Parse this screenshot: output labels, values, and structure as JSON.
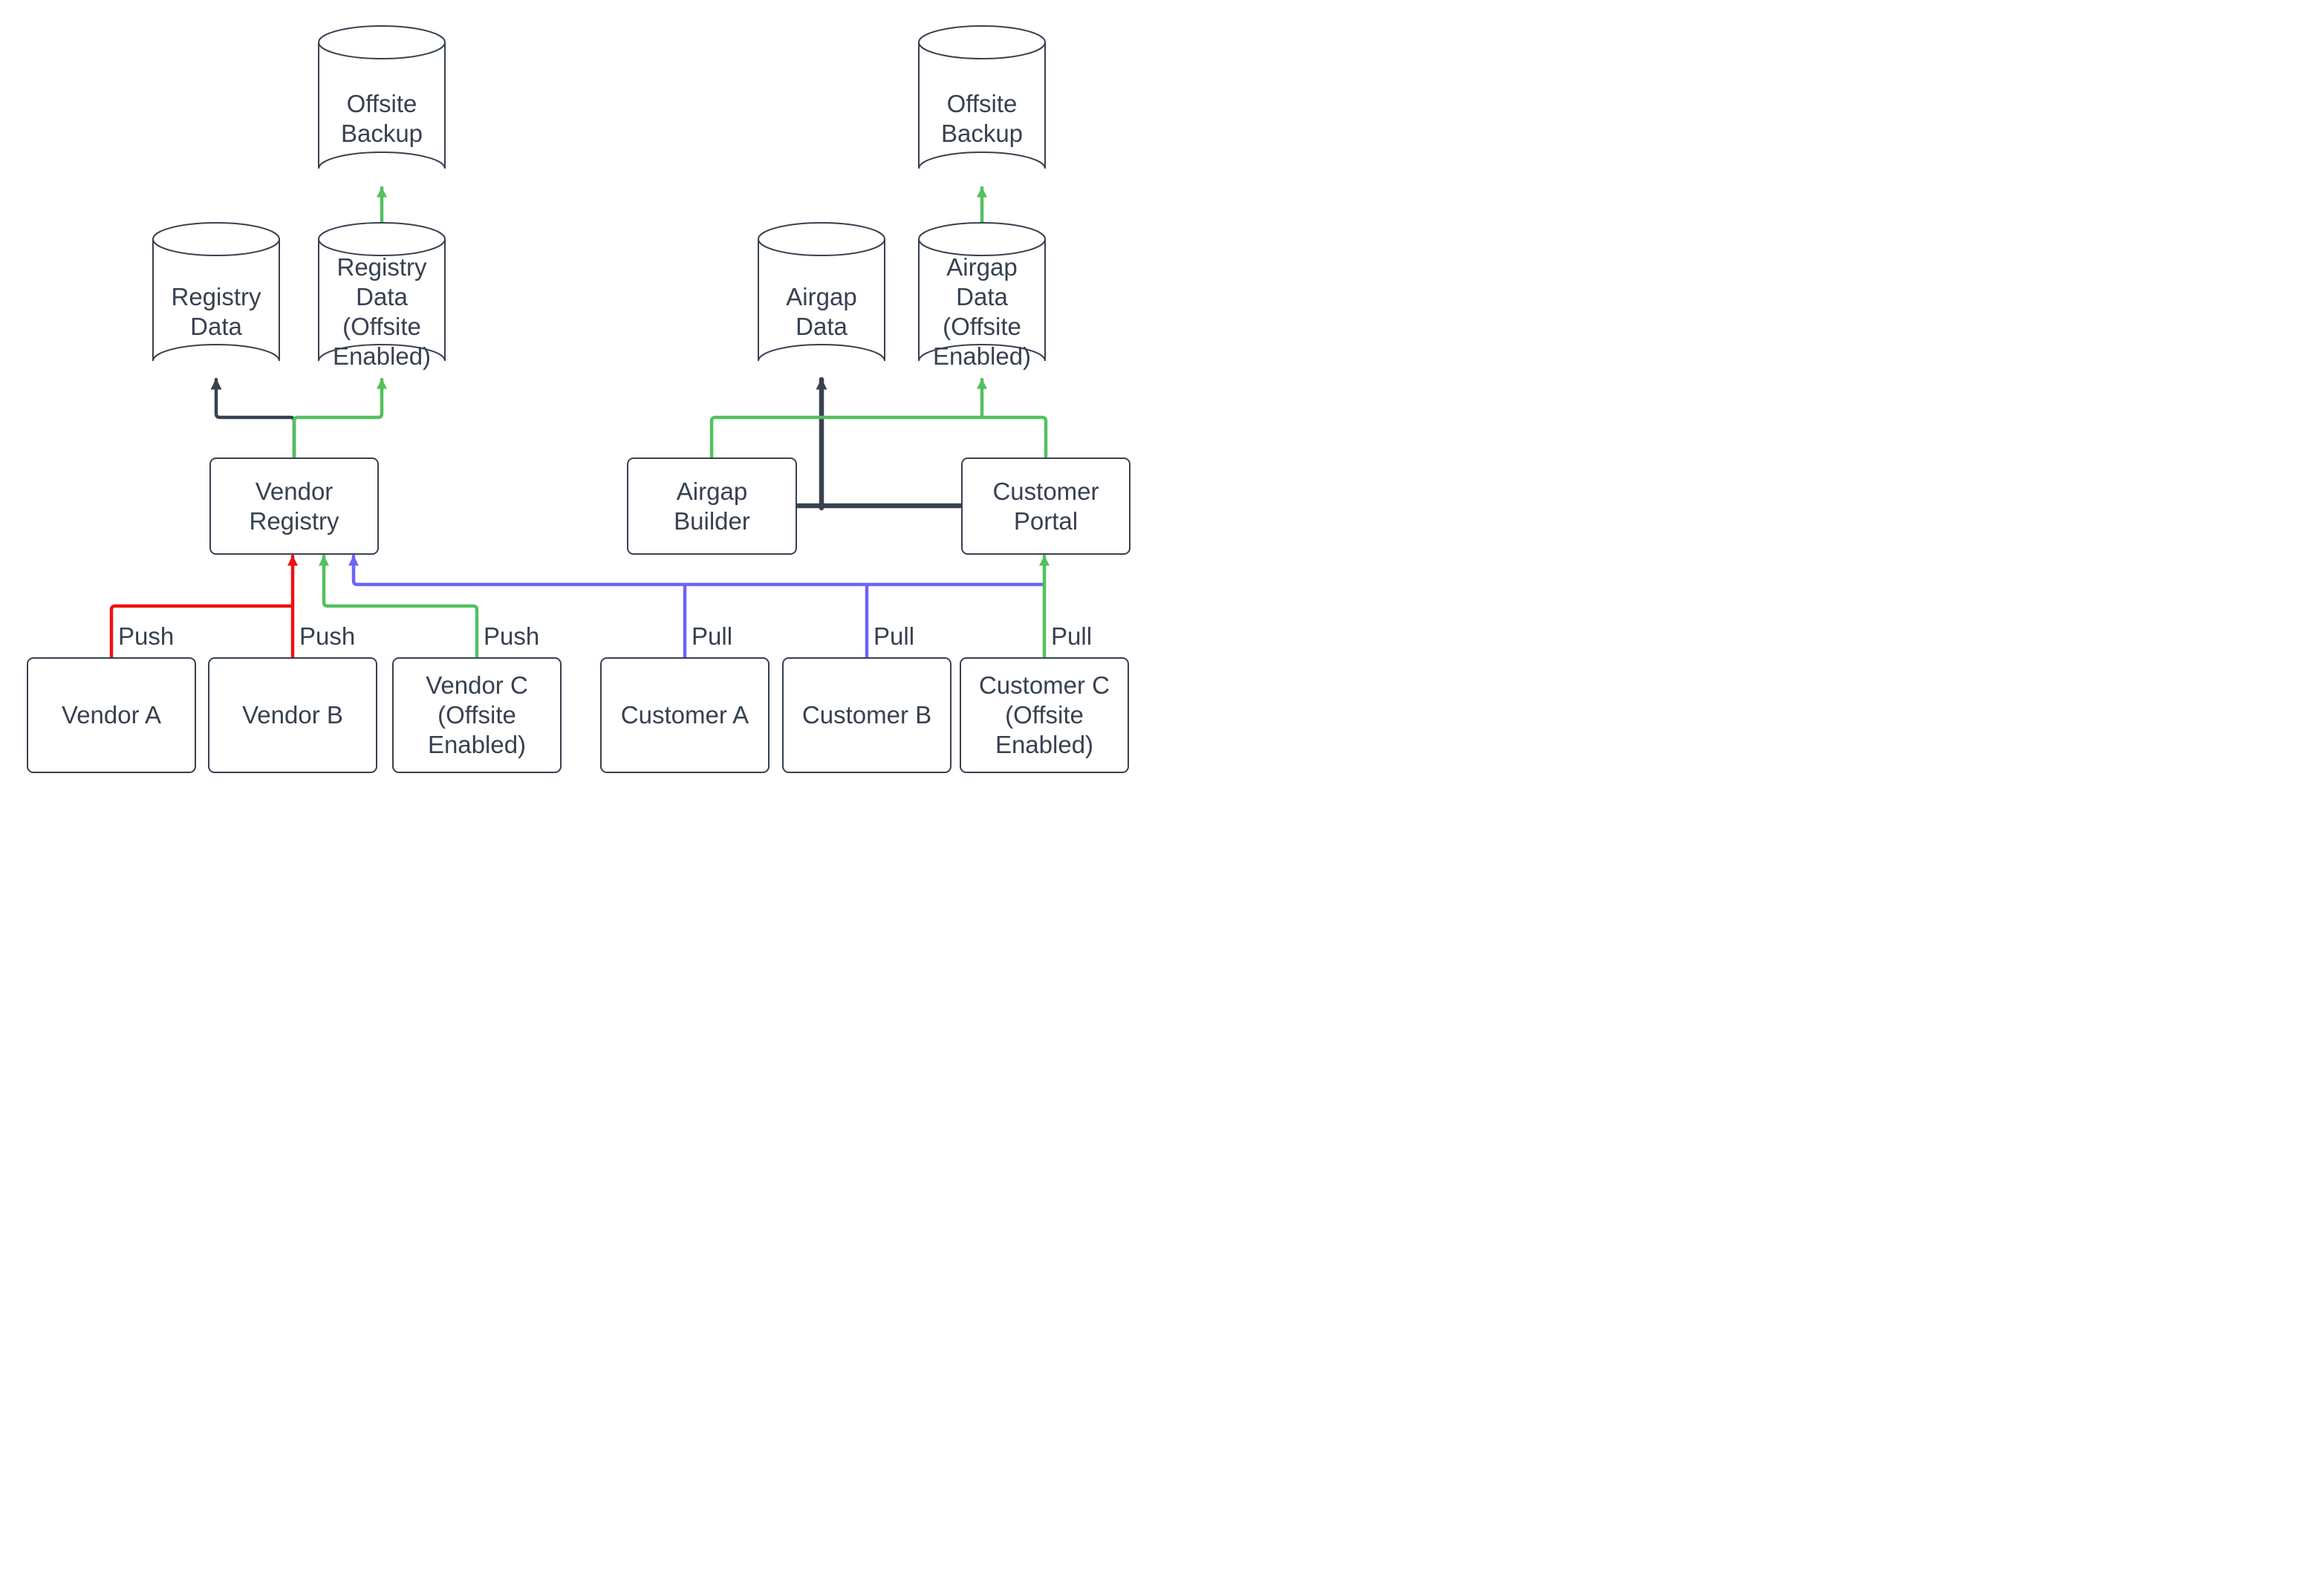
{
  "diagram": {
    "background": "#ffffff"
  },
  "colors": {
    "dark": "#374150",
    "red": "#EE1111",
    "green": "#52C15E",
    "blue": "#6A64F8",
    "shape_fill": "#ffffff"
  },
  "nodes": {
    "offsite_backup_left": {
      "label": "Offsite Backup",
      "shape": "cylinder"
    },
    "registry_data": {
      "label": "Registry Data",
      "shape": "cylinder"
    },
    "registry_data_offsite": {
      "label": "Registry Data (Offsite Enabled)",
      "shape": "cylinder"
    },
    "vendor_registry": {
      "label": "Vendor Registry",
      "shape": "rectangle"
    },
    "vendor_a": {
      "label": "Vendor A",
      "shape": "rectangle"
    },
    "vendor_b": {
      "label": "Vendor B",
      "shape": "rectangle"
    },
    "vendor_c": {
      "label": "Vendor C (Offsite Enabled)",
      "shape": "rectangle"
    },
    "offsite_backup_right": {
      "label": "Offsite Backup",
      "shape": "cylinder"
    },
    "airgap_data": {
      "label": "Airgap Data",
      "shape": "cylinder"
    },
    "airgap_data_offsite": {
      "label": "Airgap Data (Offsite Enabled)",
      "shape": "cylinder"
    },
    "airgap_builder": {
      "label": "Airgap Builder",
      "shape": "rectangle"
    },
    "customer_portal": {
      "label": "Customer Portal",
      "shape": "rectangle"
    },
    "customer_a": {
      "label": "Customer A",
      "shape": "rectangle"
    },
    "customer_b": {
      "label": "Customer B",
      "shape": "rectangle"
    },
    "customer_c": {
      "label": "Customer C (Offsite Enabled)",
      "shape": "rectangle"
    }
  },
  "edge_labels": {
    "push_vendor_a": "Push",
    "push_vendor_b": "Push",
    "push_vendor_c": "Push",
    "pull_customer_a": "Pull",
    "pull_customer_b": "Pull",
    "pull_customer_c": "Pull"
  }
}
